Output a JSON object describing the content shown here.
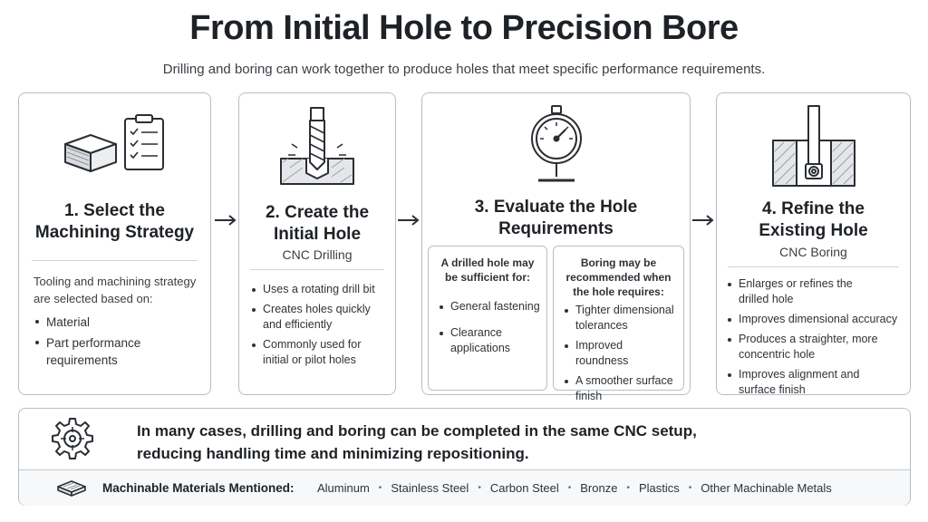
{
  "header": {
    "title": "From Initial Hole to Precision Bore",
    "subtitle": "Drilling and boring can work together to produce holes that meet specific performance requirements."
  },
  "steps": [
    {
      "icon": "block-and-checklist-icon",
      "title_line1": "1. Select the",
      "title_line2": "Machining Strategy",
      "intro_line1": "Tooling and machining strategy",
      "intro_line2": "are selected based on:",
      "bullets": [
        "Material",
        "Part performance requirements"
      ]
    },
    {
      "icon": "drill-bit-icon",
      "title_line1": "2. Create the",
      "title_line2": "Initial Hole",
      "subtitle": "CNC Drilling",
      "bullets": [
        "Uses a rotating drill bit",
        "Creates holes quickly and efficiently",
        "Commonly used for initial or pilot holes"
      ]
    },
    {
      "icon": "dial-gauge-icon",
      "title_line1": "3. Evaluate the Hole",
      "title_line2": "Requirements",
      "left_box": {
        "heading": "A drilled hole may be sufficient for:",
        "bullets": [
          "General fastening",
          "Clearance applications"
        ]
      },
      "right_box": {
        "heading": "Boring may be recommended when the hole requires:",
        "bullets": [
          "Tighter dimensional tolerances",
          "Improved roundness",
          "A smoother surface finish"
        ]
      }
    },
    {
      "icon": "boring-bar-icon",
      "title_line1": "4. Refine the",
      "title_line2": "Existing Hole",
      "subtitle": "CNC Boring",
      "bullets": [
        "Enlarges or refines the drilled hole",
        "Improves dimensional accuracy",
        "Produces a straighter, more concentric hole",
        "Improves alignment and surface finish"
      ]
    }
  ],
  "footer": {
    "icon": "gear-target-icon",
    "note_line1": "In many cases, drilling and boring can be completed in the same CNC setup,",
    "note_line2": "reducing handling time and minimizing repositioning.",
    "materials_icon": "material-plate-icon",
    "materials_label": "Machinable Materials Mentioned:",
    "materials": [
      "Aluminum",
      "Stainless Steel",
      "Carbon Steel",
      "Bronze",
      "Plastics",
      "Other Machinable Metals"
    ]
  }
}
